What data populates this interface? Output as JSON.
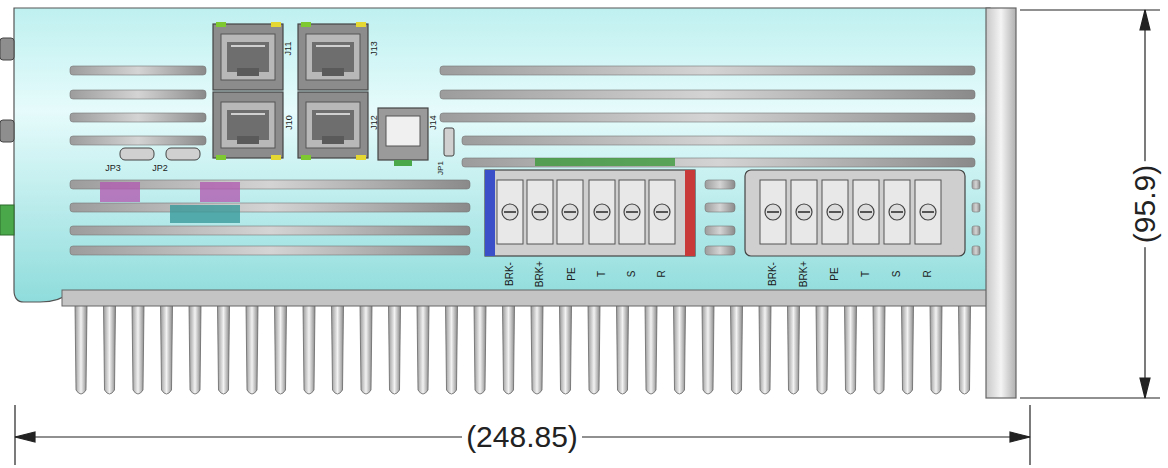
{
  "diagram": {
    "labels": [
      "J11",
      "J13",
      "J10",
      "J12",
      "J14",
      "JP3",
      "JP2",
      "JP1",
      "BRK-",
      "BRK+",
      "PE",
      "T",
      "S",
      "R",
      "BRK-",
      "BRK+",
      "PE",
      "T",
      "S",
      "R",
      "(248.85)",
      "(95.9)"
    ]
  }
}
